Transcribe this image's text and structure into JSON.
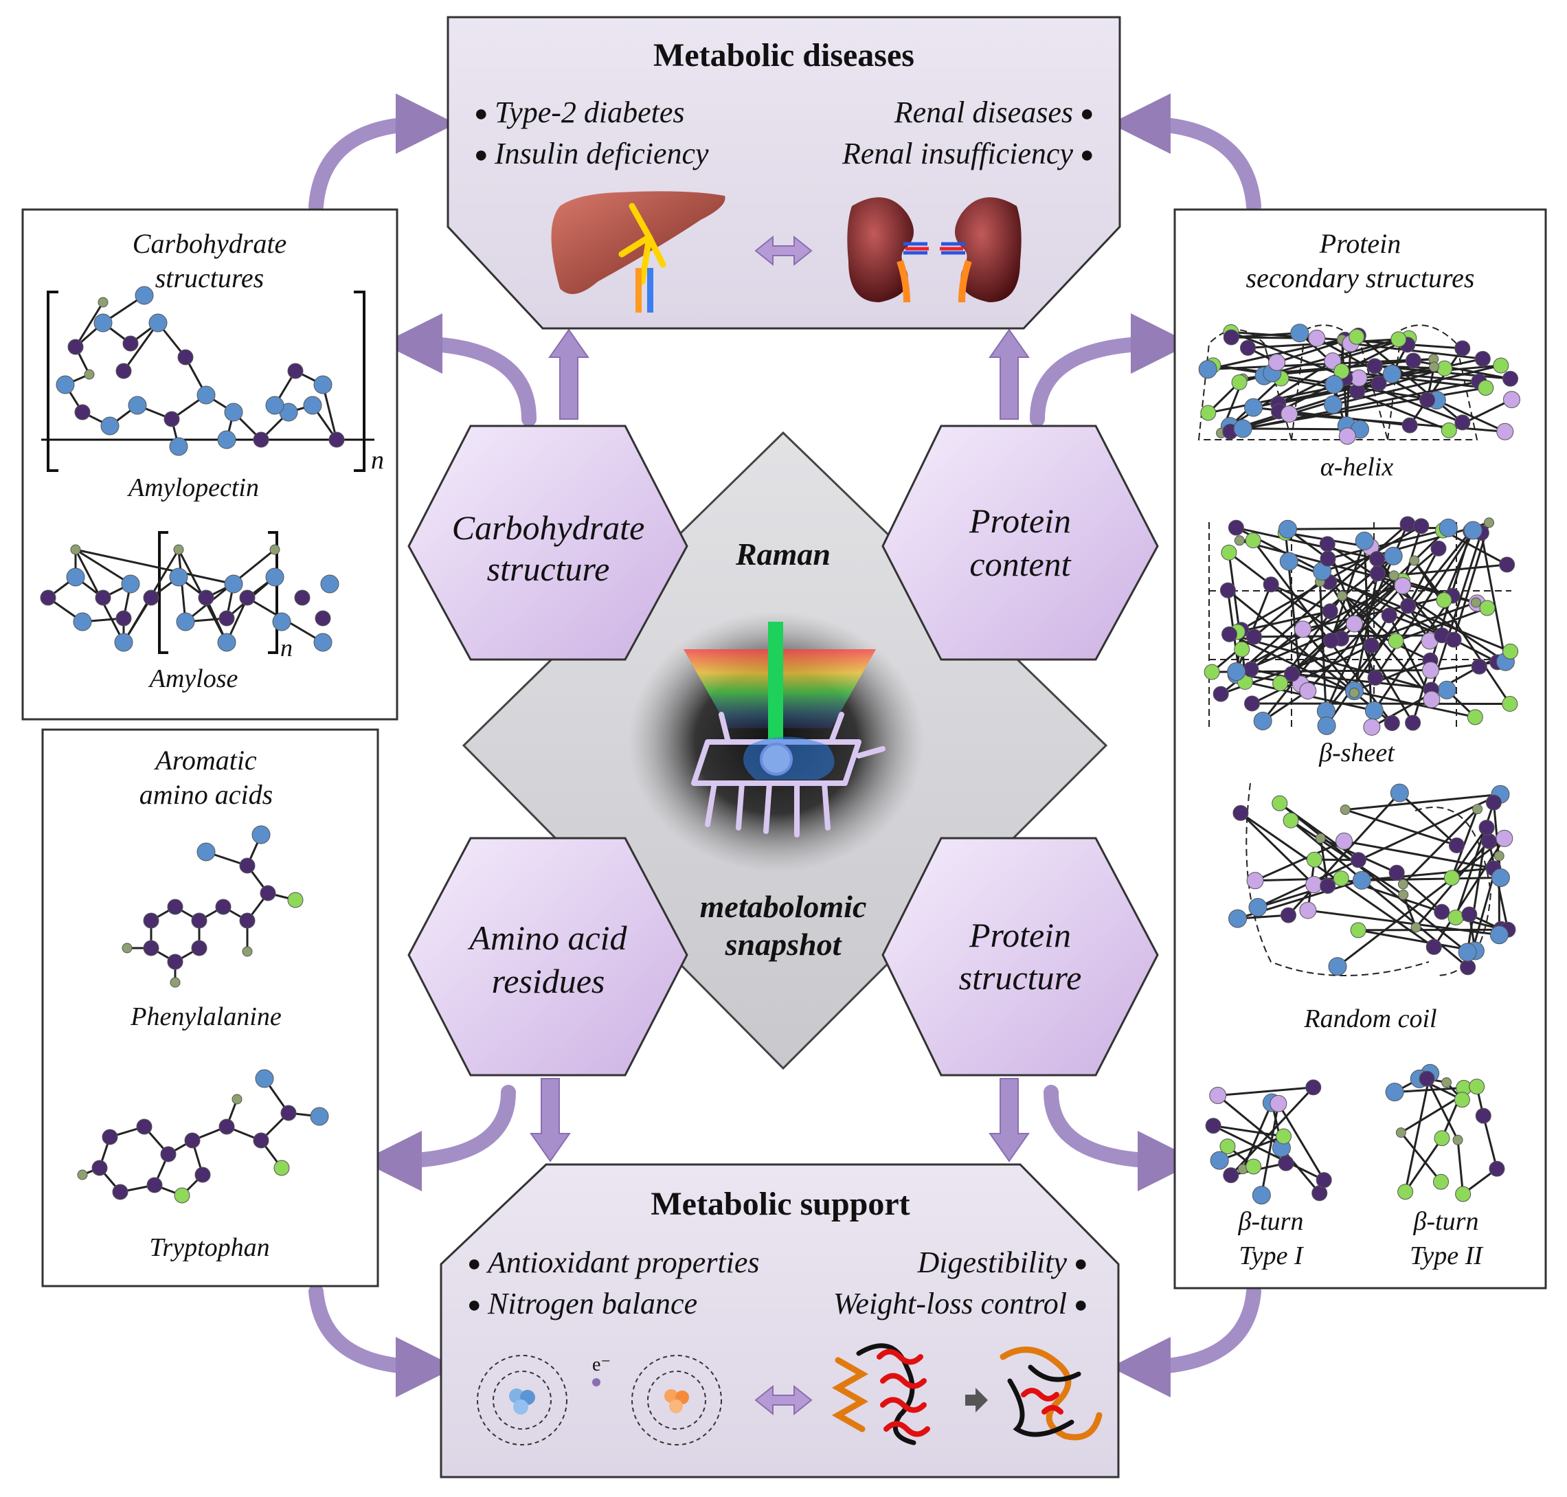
{
  "top_box": {
    "title": "Metabolic diseases",
    "items_left": [
      "Type-2 diabetes",
      "Insulin deficiency"
    ],
    "items_right": [
      "Renal diseases",
      "Renal insufficiency"
    ]
  },
  "bottom_box": {
    "title": "Metabolic support",
    "items_left": [
      "Antioxidant properties",
      "Nitrogen balance"
    ],
    "items_right": [
      "Digestibility",
      "Weight-loss control"
    ],
    "electron_label": "e⁻"
  },
  "center": {
    "line1": "Raman",
    "line2": "metabolomic",
    "line3": "snapshot"
  },
  "hexagons": {
    "carbohydrate": [
      "Carbohydrate",
      "structure"
    ],
    "protein_content": [
      "Protein",
      "content"
    ],
    "amino_acid": [
      "Amino acid",
      "residues"
    ],
    "protein_structure": [
      "Protein",
      "structure"
    ]
  },
  "carb_panel": {
    "title": [
      "Carbohydrate",
      "structures"
    ],
    "amylopectin": "Amylopectin",
    "amylose": "Amylose",
    "n": "n"
  },
  "aromatic_panel": {
    "title": [
      "Aromatic",
      "amino acids"
    ],
    "phenylalanine": "Phenylalanine",
    "tryptophan": "Tryptophan"
  },
  "protein_panel": {
    "title": [
      "Protein",
      "secondary structures"
    ],
    "alpha_helix": "α-helix",
    "beta_sheet": "β-sheet",
    "random_coil": "Random coil",
    "beta_turn_1": [
      "β-turn",
      "Type I"
    ],
    "beta_turn_2": [
      "β-turn",
      "Type II"
    ]
  },
  "colors": {
    "accent": "#8a6fb0",
    "box_fill": "#e9e4ef",
    "hex_fill": "#dcc9ec",
    "diamond_fill": "#d2d2d6",
    "atom_purple": "#4b2d6e",
    "atom_blue": "#5b8fcc",
    "atom_green": "#8ed85a"
  }
}
